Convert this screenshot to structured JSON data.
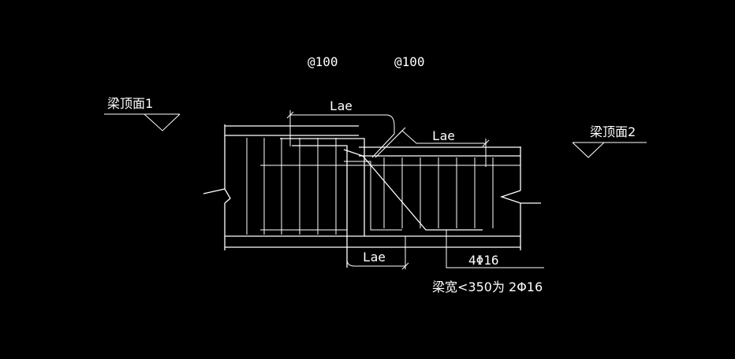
{
  "colors": {
    "background": "#000000",
    "line": "#ffffff"
  },
  "labels": {
    "spacing_left": "@100",
    "spacing_right": "@100",
    "beam_top_1": "梁顶面1",
    "beam_top_2": "梁顶面2",
    "lae_top_left": "Lae",
    "lae_top_right": "Lae",
    "lae_bottom": "Lae",
    "bars_main": "4Φ16",
    "bars_note": "梁宽<350为   2Φ16"
  }
}
